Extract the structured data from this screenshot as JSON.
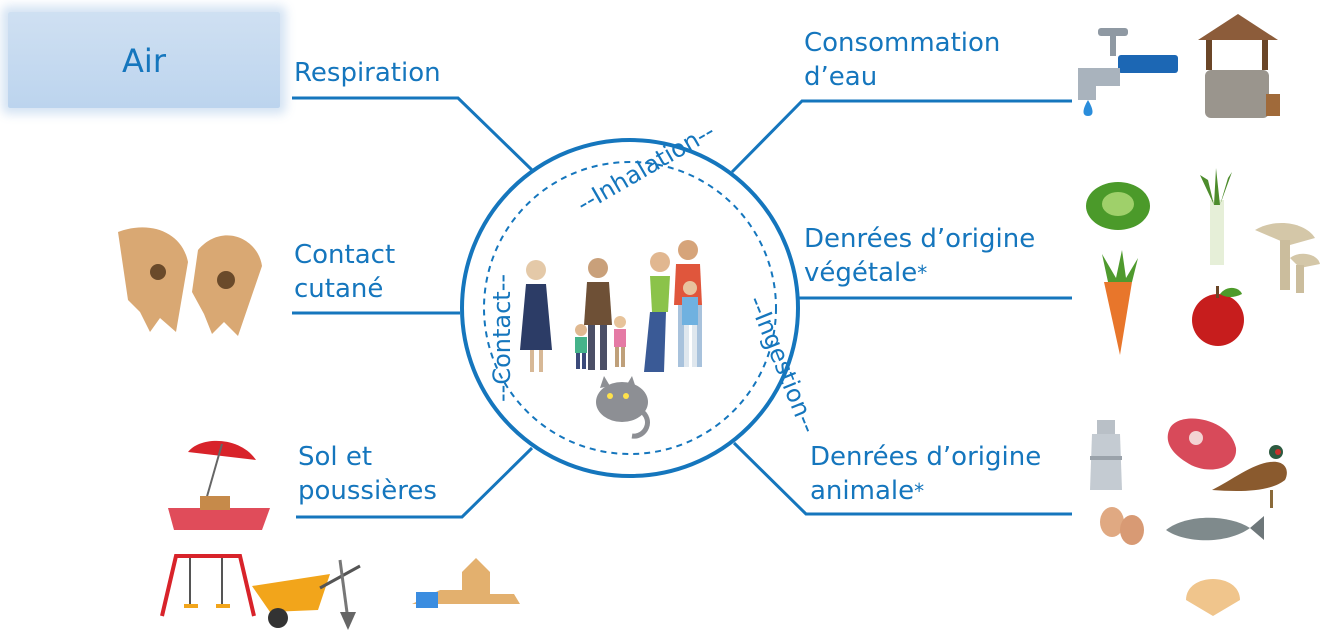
{
  "air": "Air",
  "pathways": {
    "respiration": "Respiration",
    "consommation": [
      "Consommation",
      "d’eau"
    ],
    "contact": [
      "Contact",
      "cutané"
    ],
    "vegetale": [
      "Denrées d’origine",
      "végétale"
    ],
    "sol": [
      "Sol et",
      "poussières"
    ],
    "animale": [
      "Denrées d’origine",
      "animale"
    ],
    "asterisk": "*"
  },
  "circle": {
    "inhalation": "--Inhalation--",
    "contact": "--Contact--",
    "ingestion": "--Ingestion--"
  },
  "colors": {
    "primary": "#1576bd",
    "air_bg": "#cfe0f2"
  },
  "icons": [
    "faucet-icon",
    "well-icon",
    "cabbage-icon",
    "leek-icon",
    "mushroom-icon",
    "carrot-icon",
    "apple-icon",
    "milk-can-icon",
    "meat-icon",
    "pheasant-icon",
    "eggs-icon",
    "fish-icon",
    "shell-icon",
    "hands-icon",
    "picnic-icon",
    "swing-icon",
    "wheelbarrow-icon",
    "sandcastle-icon",
    "family-icon",
    "cat-icon"
  ]
}
